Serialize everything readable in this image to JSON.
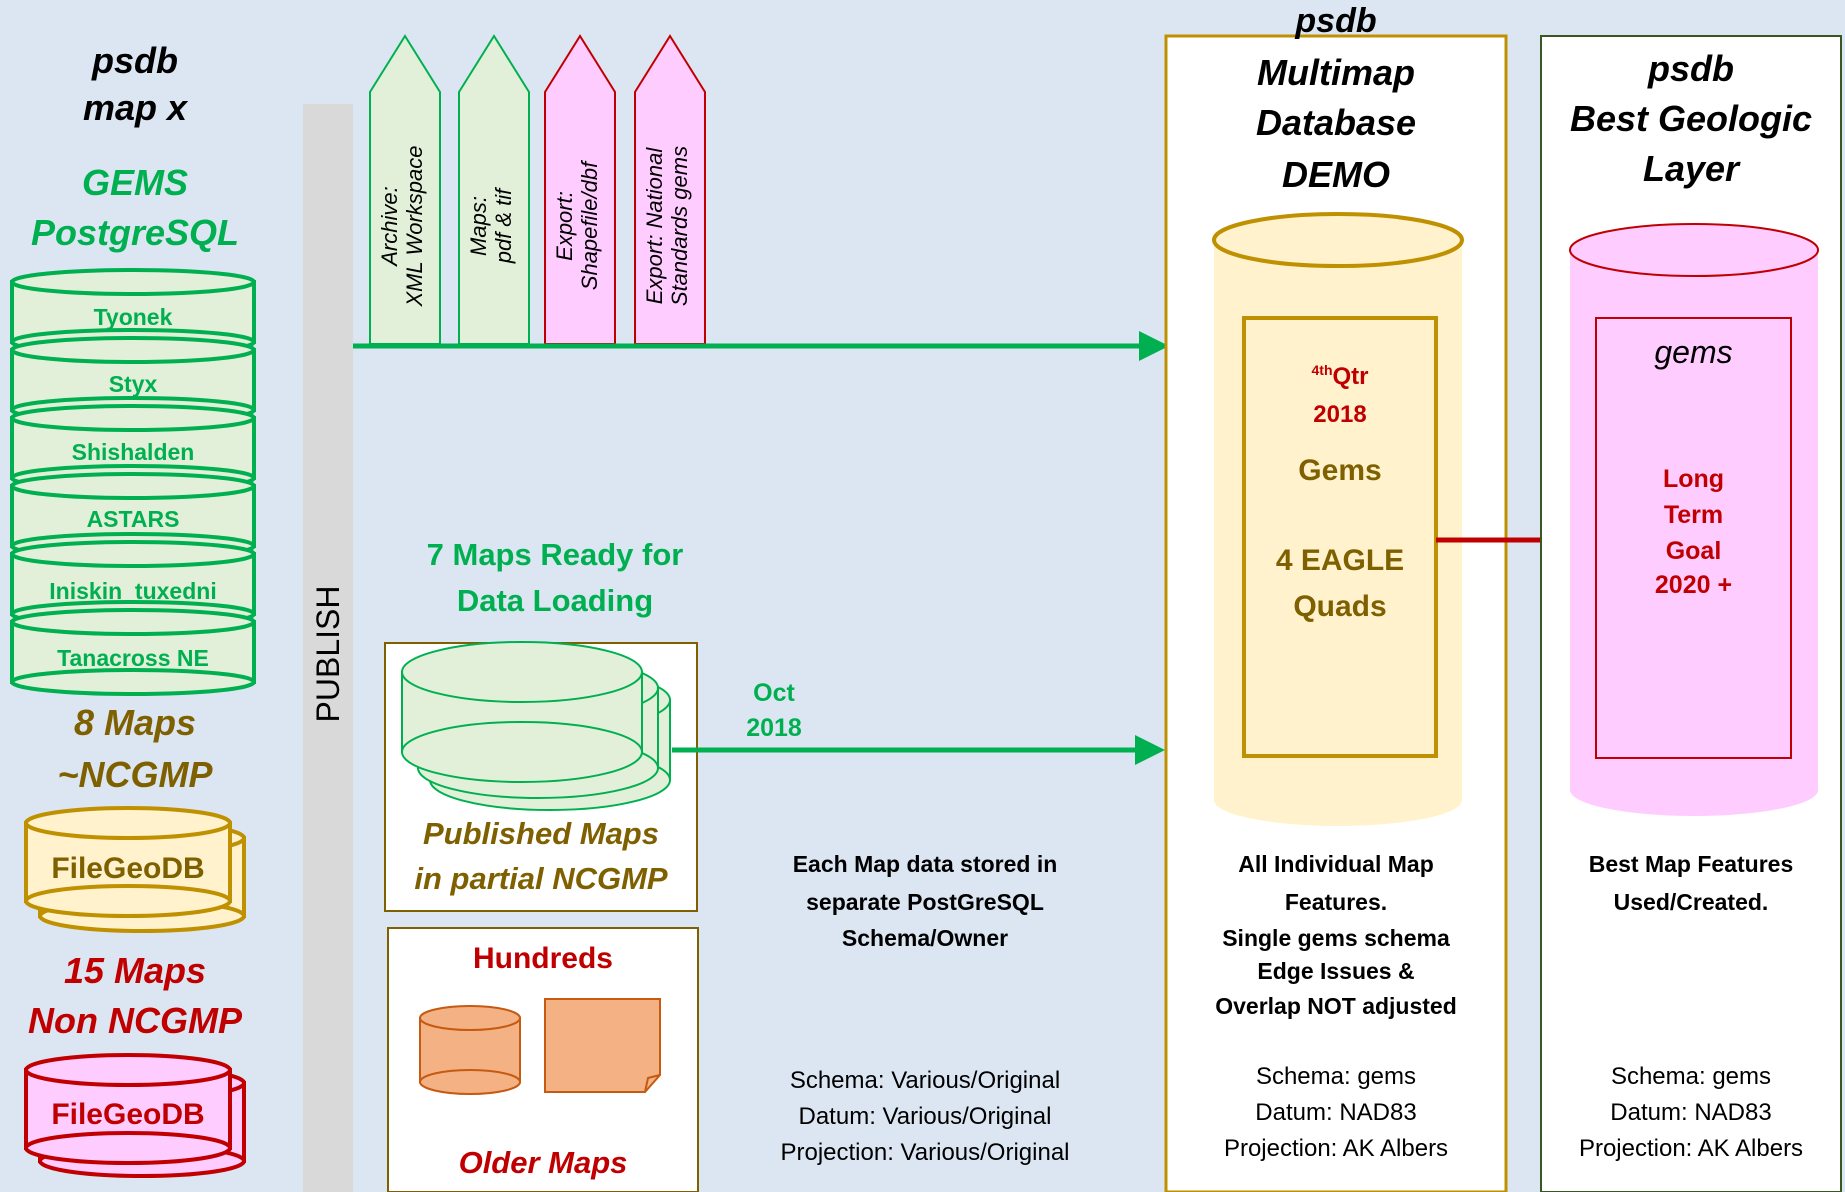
{
  "left_column": {
    "title_line1": "psdb",
    "title_line2": "map x",
    "gems_line1": "GEMS",
    "gems_line2": "PostgreSQL",
    "databases": [
      "Tyonek",
      "Styx",
      "Shishalden",
      "ASTARS",
      "Iniskin_tuxedni",
      "Tanacross NE"
    ],
    "ncgmp_line1": "8 Maps",
    "ncgmp_line2": "~NCGMP",
    "filegeodb_ncgmp": "FileGeoDB",
    "non_ncgmp_line1": "15 Maps",
    "non_ncgmp_line2": "Non NCGMP",
    "filegeodb_non": "FileGeoDB"
  },
  "publish_label": "PUBLISH",
  "exports": [
    {
      "line1": "Archive:",
      "line2": "XML Workspace",
      "color": "#e2f0d9"
    },
    {
      "line1": "Maps:",
      "line2": "pdf & tif",
      "color": "#e2f0d9"
    },
    {
      "line1": "Export:",
      "line2": "Shapefile/dbf",
      "color": "#ffccff"
    },
    {
      "line1": "Export: National",
      "line2": "Standards gems",
      "color": "#ffccff"
    }
  ],
  "middle": {
    "ready_line1": "7 Maps Ready for",
    "ready_line2": "Data Loading",
    "published_line1": "Published Maps",
    "published_line2": "in partial NCGMP",
    "oct_line1": "Oct",
    "oct_line2": "2018",
    "hundreds": "Hundreds",
    "older_maps": "Older Maps",
    "storage_line1": "Each Map data stored in",
    "storage_line2": "separate PostGreSQL",
    "storage_line3": "Schema/Owner",
    "schema": "Schema: Various/Original",
    "datum": "Datum: Various/Original",
    "projection": "Projection: Various/Original"
  },
  "multimap": {
    "title_line1": "psdb",
    "title_line2": "Multimap",
    "title_line3": "Database",
    "title_line4": "DEMO",
    "qtr_sup": "4th",
    "qtr": "Qtr",
    "year": "2018",
    "gems": "Gems",
    "eagle_line1": "4 EAGLE",
    "eagle_line2": "Quads",
    "desc_line1": "All Individual Map",
    "desc_line2": "Features.",
    "desc_line3": "Single gems schema",
    "desc_line4": "Edge Issues &",
    "desc_line5": "Overlap NOT adjusted",
    "schema": "Schema: gems",
    "datum": "Datum: NAD83",
    "projection": "Projection: AK Albers"
  },
  "best_layer": {
    "title_line1": "psdb",
    "title_line2": "Best Geologic",
    "title_line3": "Layer",
    "gems": "gems",
    "goal_line1": "Long",
    "goal_line2": "Term",
    "goal_line3": "Goal",
    "goal_line4": "2020 +",
    "desc_line1": "Best Map Features",
    "desc_line2": "Used/Created.",
    "schema": "Schema: gems",
    "datum": "Datum: NAD83",
    "projection": "Projection: AK Albers"
  },
  "colors": {
    "background": "#dce6f2",
    "green": "#00b050",
    "olive": "#7f6000",
    "dark_red": "#c00000",
    "light_green": "#e2f0d9",
    "pink": "#ffccff",
    "cream": "#fff2cc",
    "salmon": "#f4b183"
  }
}
